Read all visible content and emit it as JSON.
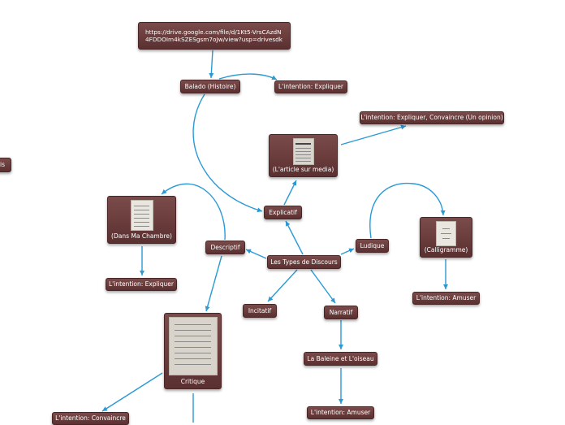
{
  "diagram": {
    "url_node": "https://drive.google.com/file/d/1Kt5-VrsCAzdN4FDDOIm4kSZESgsm7oJw/view?usp=drivesdk",
    "balado": "Balado (Histoire)",
    "intention_expliquer_1": "L'intention: Expliquer",
    "intention_expliquer_convaincre": "L'intention: Expliquer, Convaincre (Un opinion)",
    "article": "(L'article sur media)",
    "explicatif": "Explicatif",
    "dans_ma_chambre": "(Dans Ma Chambre)",
    "descriptif": "Descriptif",
    "root": "Les Types de Discours",
    "ludique": "Ludique",
    "calligramme": "(Calligramme)",
    "intention_expliquer_2": "L'intention: Expliquer",
    "intention_amuser_1": "L'intention: Amuser",
    "incitatif": "Incitatif",
    "narratif": "Narratif",
    "baleine": "La Baleine et L'oiseau",
    "critique": "Critique",
    "intention_convaincre": "L'intention: Convaincre",
    "intention_amuser_2": "L'intention: Amuser",
    "left_fragment": "ois"
  }
}
